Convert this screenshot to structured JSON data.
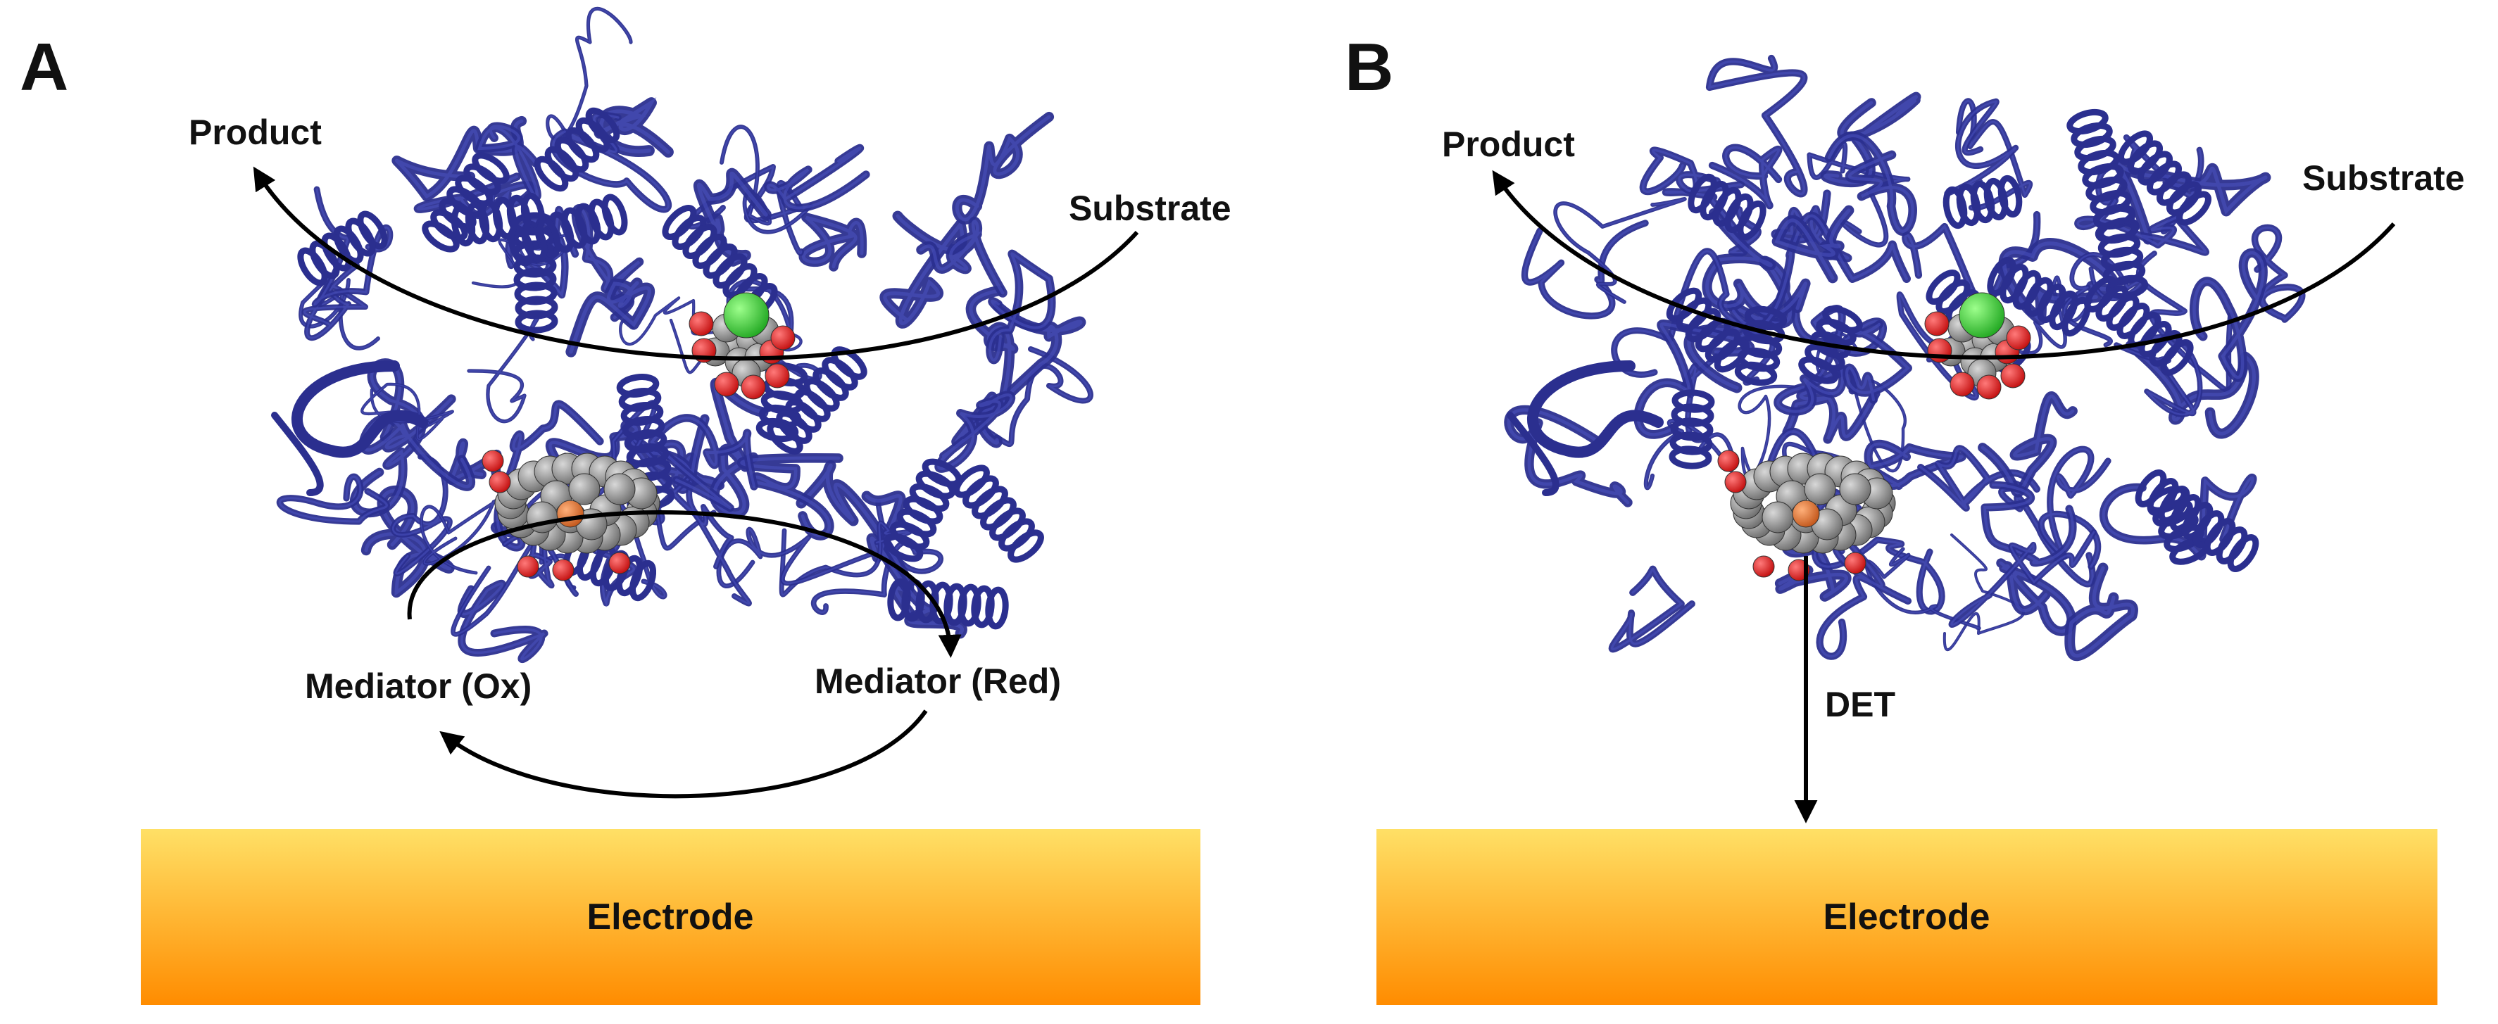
{
  "panels": {
    "a": {
      "letter": "A",
      "product": "Product",
      "substrate": "Substrate",
      "mediator_ox": "Mediator (Ox)",
      "mediator_red": "Mediator (Red)",
      "electrode": "Electrode"
    },
    "b": {
      "letter": "B",
      "product": "Product",
      "substrate": "Substrate",
      "det": "DET",
      "electrode": "Electrode"
    }
  },
  "colors": {
    "protein_ribbon": "#2b2f8f",
    "protein_ribbon_light": "#4a52c0",
    "electrode_top": "#ffe066",
    "electrode_bottom": "#ff8c00",
    "carbon_atom": "#8a8a8a",
    "oxygen_atom": "#e31a1a",
    "chloride_atom": "#33cc33",
    "iron_atom": "#e07a30",
    "arrow": "#000000"
  }
}
